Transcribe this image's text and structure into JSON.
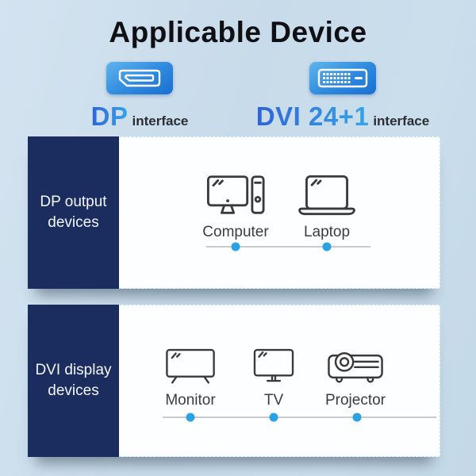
{
  "title": "Applicable Device",
  "interfaces": {
    "dp": {
      "name": "DP",
      "suffix": "interface",
      "icon": "dp-port-icon"
    },
    "dvi": {
      "name": "DVI 24+1",
      "suffix": "interface",
      "icon": "dvi-port-icon"
    }
  },
  "sections": {
    "dp_output": {
      "heading_lines": [
        "DP output",
        "devices"
      ],
      "devices": [
        {
          "label": "Computer",
          "icon": "computer-icon"
        },
        {
          "label": "Laptop",
          "icon": "laptop-icon"
        }
      ]
    },
    "dvi_display": {
      "heading_lines": [
        "DVI display",
        "devices"
      ],
      "devices": [
        {
          "label": "Monitor",
          "icon": "monitor-icon"
        },
        {
          "label": "TV",
          "icon": "tv-icon"
        },
        {
          "label": "Projector",
          "icon": "projector-icon"
        }
      ]
    }
  },
  "colors": {
    "background": "#c9dcea",
    "panel_navy": "#1b2c5f",
    "accent_dot_blue": "#29a2e2",
    "brand_gradient_start": "#2e63d8",
    "brand_gradient_end": "#36a5e9",
    "port_gradient_start": "#5fb5ec",
    "port_gradient_end": "#1a6fd2",
    "card_background": "#fdfeff",
    "icon_stroke": "#3a3a3a",
    "line_gray": "#c6cbce"
  }
}
